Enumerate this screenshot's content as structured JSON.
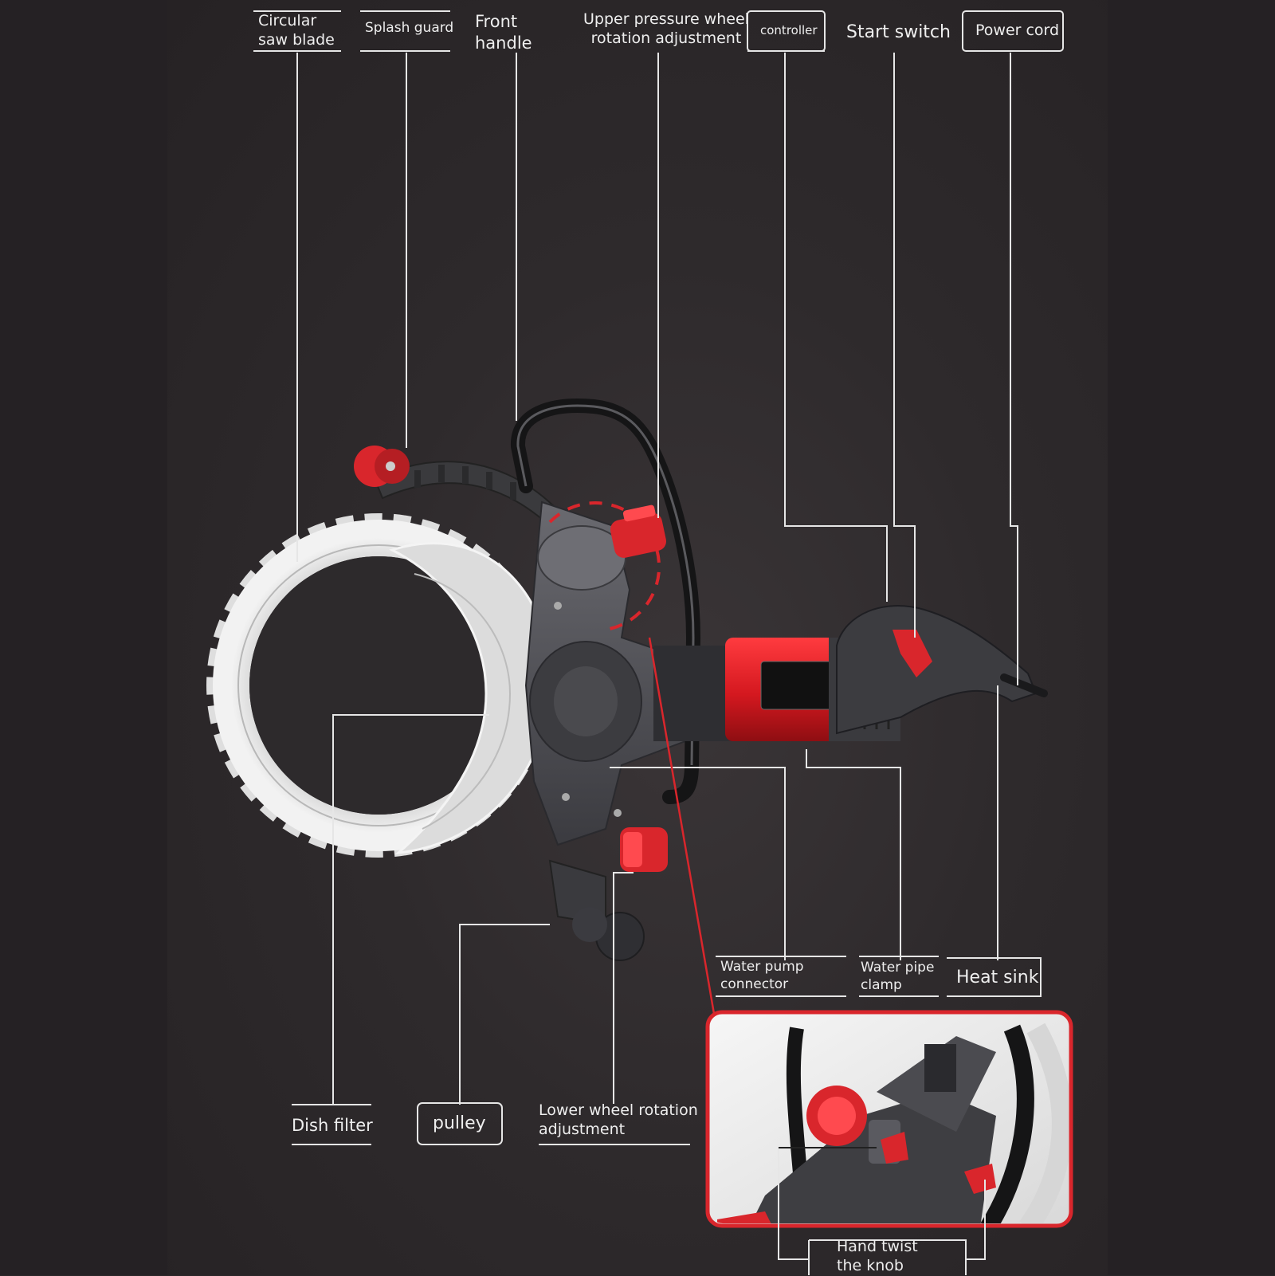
{
  "labels": {
    "circular_saw_blade": "Circular\nsaw blade",
    "splash_guard": "Splash guard",
    "front_handle": "Front\nhandle",
    "upper_pressure_wheel": "Upper pressure wheel\nrotation adjustment",
    "controller": "controller",
    "start_switch": "Start switch",
    "power_cord": "Power cord",
    "water_pump_connector": "Water pump\nconnector",
    "water_pipe_clamp": "Water pipe\nclamp",
    "heat_sink": "Heat sink",
    "dish_filter": "Dish filter",
    "pulley": "pulley",
    "lower_wheel_rotation": "Lower wheel rotation\nadjustment",
    "hand_twist_knob": "Hand twist\nthe knob"
  },
  "colors": {
    "background": "#2a2628",
    "label_text": "#eeeeee",
    "leader_line": "#e6e6e6",
    "accent_red": "#d9262c",
    "blade": "#e4e4e4",
    "body_dark": "#4a4a4e"
  }
}
